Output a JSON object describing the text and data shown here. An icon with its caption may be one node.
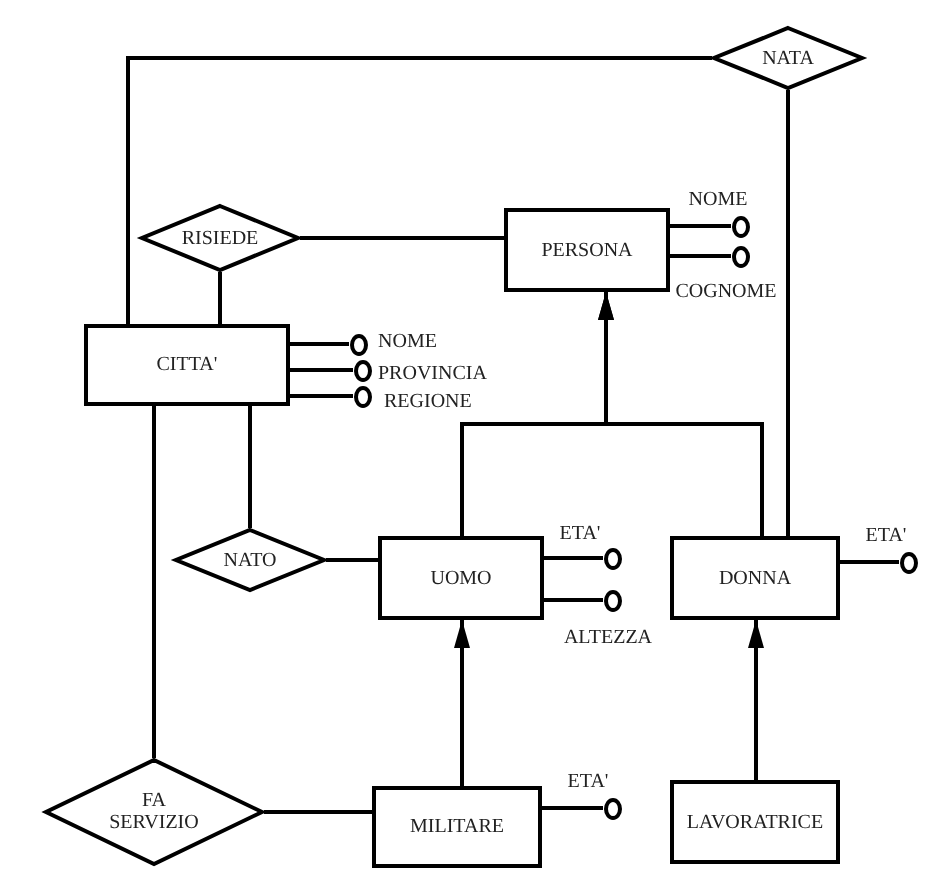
{
  "diagram": {
    "nodes": [
      {
        "text": [
          "NATA"
        ]
      },
      {
        "text": [
          "RISIEDE"
        ]
      },
      {
        "text": [
          "PERSONA"
        ]
      },
      {
        "text": [],
        "shape": "circle",
        "beside": [
          "NOME"
        ]
      },
      {
        "text": [],
        "shape": "circle",
        "beside": [
          "COGNOME"
        ]
      },
      {
        "text": [
          "CITTA'"
        ]
      },
      {
        "text": [],
        "shape": "circle",
        "beside": [
          "NOME"
        ]
      },
      {
        "text": [],
        "shape": "circle",
        "beside": [
          "PROVINCIA"
        ]
      },
      {
        "text": [],
        "shape": "circle",
        "beside": [
          "REGIONE"
        ]
      },
      {
        "text": [
          "NATO"
        ]
      },
      {
        "text": [
          "UOMO"
        ]
      },
      {
        "text": [],
        "shape": "circle",
        "beside": [
          "ETA'"
        ]
      },
      {
        "text": [],
        "shape": "circle",
        "beside": [
          "ALTEZZA"
        ]
      },
      {
        "text": [
          "DONNA"
        ]
      },
      {
        "text": [],
        "shape": "circle",
        "beside": [
          "ETA'"
        ]
      },
      {
        "text": [
          "FA SERVIZIO"
        ]
      },
      {
        "text": [
          "MILITARE"
        ]
      },
      {
        "text": [],
        "shape": "circle",
        "beside": [
          "ETA'"
        ]
      },
      {
        "text": [
          "LAVORATRICE"
        ]
      }
    ],
    "edges": [
      {
        "from": 1,
        "to": 2,
        "arrow": "none"
      },
      {
        "from": 1,
        "to": 5,
        "arrow": "none"
      },
      {
        "from": 0,
        "to": 5,
        "arrow": "none"
      },
      {
        "from": 0,
        "to": 13,
        "arrow": "none"
      },
      {
        "from": 2,
        "to": 3,
        "arrow": "none"
      },
      {
        "from": 2,
        "to": 4,
        "arrow": "none"
      },
      {
        "from": 5,
        "to": 6,
        "arrow": "none"
      },
      {
        "from": 5,
        "to": 7,
        "arrow": "none"
      },
      {
        "from": 5,
        "to": 8,
        "arrow": "none"
      },
      {
        "from": 9,
        "to": 5,
        "arrow": "none"
      },
      {
        "from": 9,
        "to": 10,
        "arrow": "none"
      },
      {
        "from": 10,
        "to": 11,
        "arrow": "none"
      },
      {
        "from": 10,
        "to": 12,
        "arrow": "none"
      },
      {
        "from": 10,
        "to": 2,
        "arrow": "to"
      },
      {
        "from": 13,
        "to": 2,
        "arrow": "to"
      },
      {
        "from": 13,
        "to": 14,
        "arrow": "none"
      },
      {
        "from": 15,
        "to": 5,
        "arrow": "none"
      },
      {
        "from": 15,
        "to": 16,
        "arrow": "none"
      },
      {
        "from": 16,
        "to": 10,
        "arrow": "to"
      },
      {
        "from": 16,
        "to": 17,
        "arrow": "none"
      },
      {
        "from": 18,
        "to": 13,
        "arrow": "to"
      }
    ]
  }
}
